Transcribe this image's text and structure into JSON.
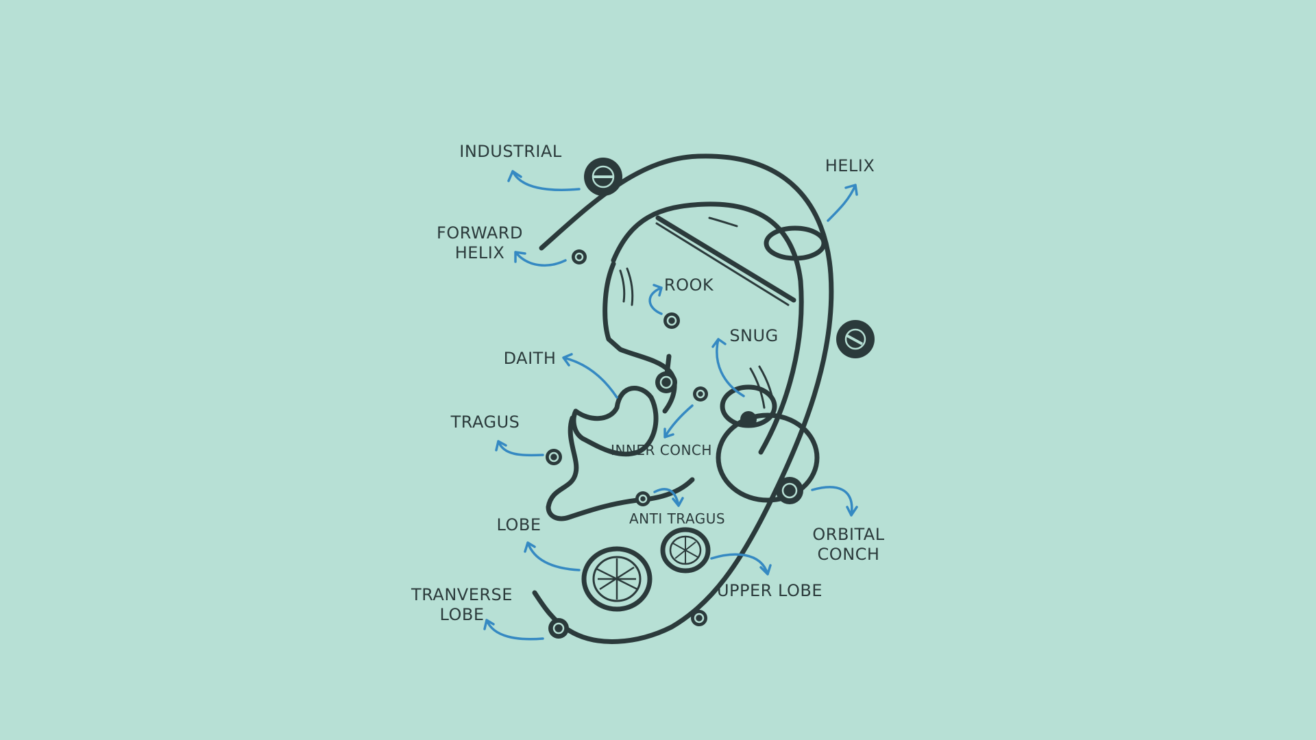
{
  "colors": {
    "background": "#b7e0d5",
    "outline": "#2b3a3b",
    "arrow": "#3589c2"
  },
  "labels": {
    "industrial": "INDUSTRIAL",
    "helix": "HELIX",
    "forward_helix_1": "FORWARD",
    "forward_helix_2": "HELIX",
    "rook": "ROOK",
    "snug": "SNUG",
    "daith": "DAITH",
    "tragus": "TRAGUS",
    "inner_conch": "INNER CONCH",
    "anti_tragus": "ANTI TRAGUS",
    "lobe": "LOBE",
    "orbital_conch_1": "ORBITAL",
    "orbital_conch_2": "CONCH",
    "upper_lobe": "UPPER LOBE",
    "tranverse_lobe_1": "TRANVERSE",
    "tranverse_lobe_2": "LOBE"
  },
  "icons": {
    "ear": "ear-outline-icon",
    "arrow": "curved-arrow-icon",
    "jewelry": "piercing-jewelry-icon"
  }
}
